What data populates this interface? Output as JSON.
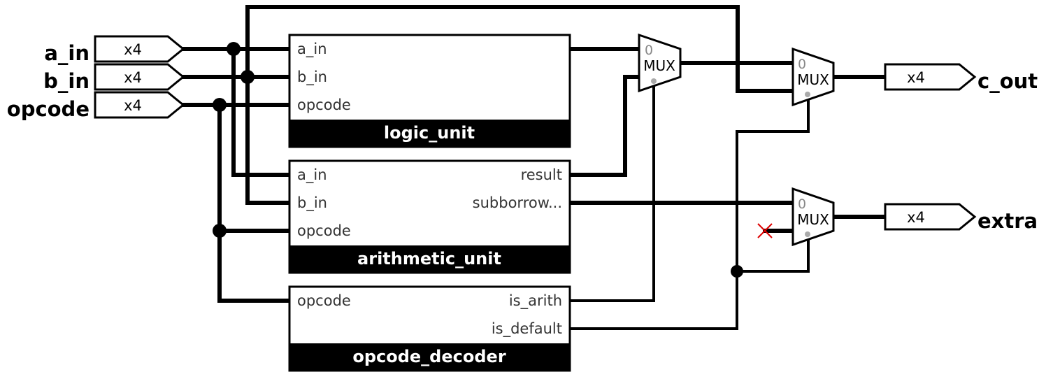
{
  "inputs": [
    {
      "name": "a_in",
      "width": "x4"
    },
    {
      "name": "b_in",
      "width": "x4"
    },
    {
      "name": "opcode",
      "width": "x4"
    }
  ],
  "outputs": [
    {
      "name": "c_out",
      "width": "x4"
    },
    {
      "name": "extra",
      "width": "x4"
    }
  ],
  "modules": {
    "logic_unit": {
      "title": "logic_unit",
      "ports_in": [
        "a_in",
        "b_in",
        "opcode"
      ]
    },
    "arithmetic_unit": {
      "title": "arithmetic_unit",
      "ports_in": [
        "a_in",
        "b_in",
        "opcode"
      ],
      "ports_out": [
        "result",
        "subborrow..."
      ]
    },
    "opcode_decoder": {
      "title": "opcode_decoder",
      "ports_in": [
        "opcode"
      ],
      "ports_out": [
        "is_arith",
        "is_default"
      ]
    }
  },
  "mux": {
    "label": "MUX",
    "zero": "0"
  }
}
